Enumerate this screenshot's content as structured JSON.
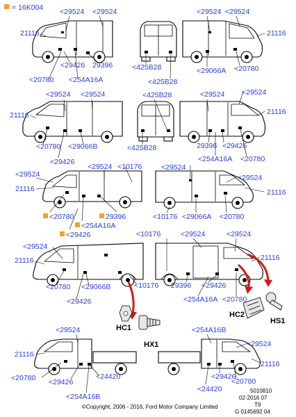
{
  "legend": {
    "swatch_color": "#f7a21b",
    "text": "= 16K004"
  },
  "label_color": "#2a3fd0",
  "arrow_color": "#d21a1a",
  "labels": {
    "a1": "<29524",
    "a2": "<29524",
    "a3": "21116",
    "a4": "<29426",
    "a5": "29396",
    "a6": "<20780",
    "a7": "<254A16A",
    "b1": "<425B28",
    "b2": "<425B28",
    "c1": "<29524",
    "c2": "<29524",
    "c3": "21116",
    "c4": "<29066A",
    "c5": "<20780",
    "d1": "<29524",
    "d2": "<29524",
    "d3": "21116",
    "d4": "<20780",
    "d5": "<29066B",
    "d6": "<29426",
    "e1": "<425B28",
    "e2": "<425B28",
    "f1": "<29524",
    "f2": "<29524",
    "f3": "21116",
    "f4": "29396",
    "f5": "<29426",
    "f6": "<254A16A",
    "f7": "<20780",
    "g1": "<29524",
    "g2": "<29524",
    "g3": "<10176",
    "g4": "21116",
    "g5": "<20780",
    "g6": "29396",
    "g7": "<254A16A",
    "g8": "<29426",
    "h1": "<29524",
    "h2": "<29524",
    "h3": "21116",
    "h4": "<10176",
    "h5": "<29066A",
    "h6": "<20780",
    "i1": "<29524",
    "i2": "21116",
    "i3": "<20780",
    "i4": "<29066B",
    "i5": "<10176",
    "i6": "<29426",
    "j1": "<10176",
    "j2": "<29524",
    "j3": "<29524",
    "j4": "21116",
    "j5": "29396",
    "j6": "<29426",
    "j7": "<254A16A",
    "j8": "<20780",
    "k1": "<29524",
    "k2": "21116",
    "k3": "<20780",
    "k4": "<29426",
    "k5": "<24420",
    "k6": "<254A16B",
    "l1": "<254A16B",
    "l2": "<29524",
    "l3": "21116",
    "l4": "<24420",
    "l5": "<29426",
    "l6": "<20780"
  },
  "callouts": {
    "hc1": "HC1",
    "hx1": "HX1",
    "hc2": "HC2",
    "hs1": "HS1"
  },
  "footer": {
    "ref1": "5010810",
    "ref2": "02-2016 07",
    "ref3": "T9",
    "ref4": "G 0145692 04",
    "copyright": "©Copyright, 2006 - 2016, Ford Motor Company Limited"
  }
}
